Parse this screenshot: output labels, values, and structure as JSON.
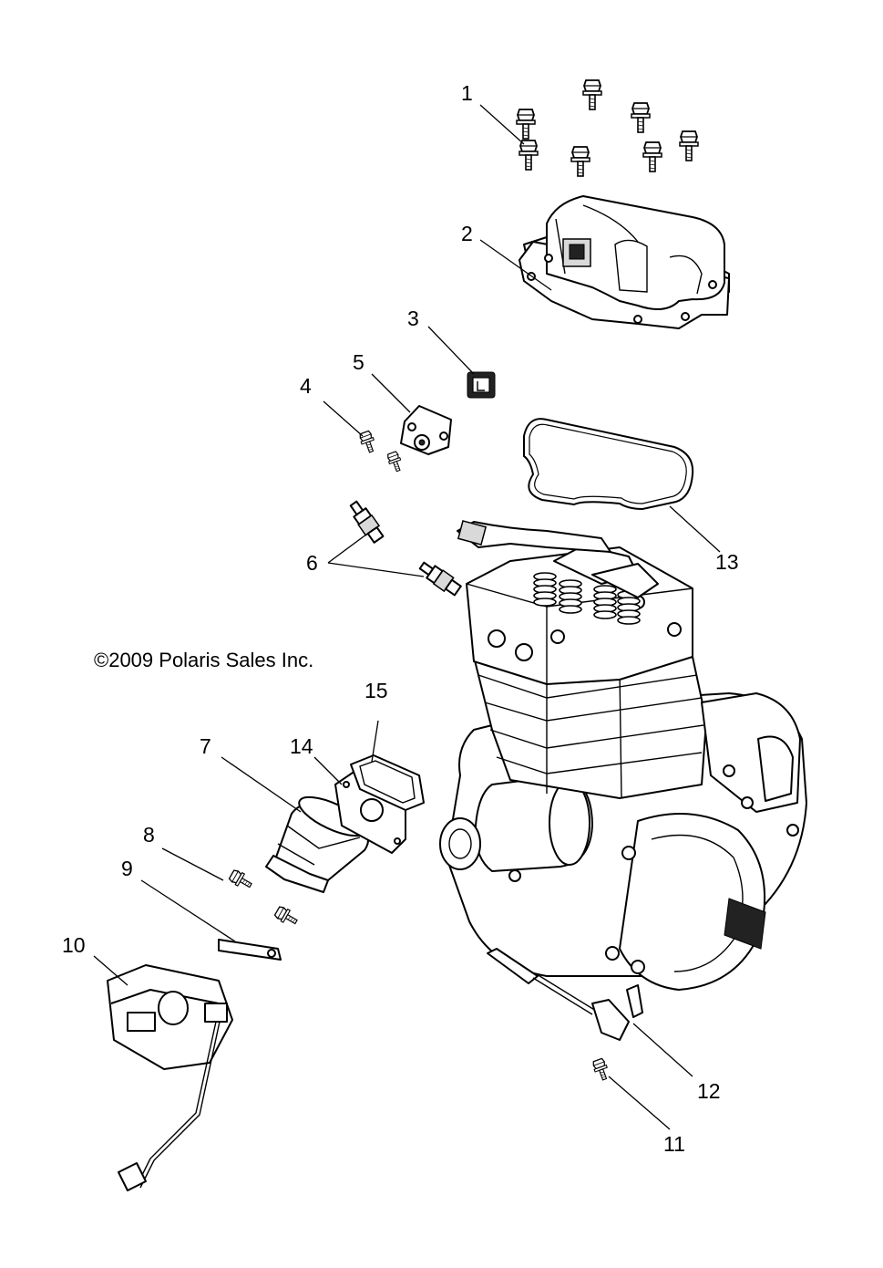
{
  "copyright": "©2009 Polaris Sales Inc.",
  "callouts": [
    {
      "id": "1",
      "label": "1"
    },
    {
      "id": "2",
      "label": "2"
    },
    {
      "id": "3",
      "label": "3"
    },
    {
      "id": "4",
      "label": "4"
    },
    {
      "id": "5",
      "label": "5"
    },
    {
      "id": "6",
      "label": "6"
    },
    {
      "id": "7",
      "label": "7"
    },
    {
      "id": "8",
      "label": "8"
    },
    {
      "id": "9",
      "label": "9"
    },
    {
      "id": "10",
      "label": "10"
    },
    {
      "id": "11",
      "label": "11"
    },
    {
      "id": "12",
      "label": "12"
    },
    {
      "id": "13",
      "label": "13"
    },
    {
      "id": "14",
      "label": "14"
    },
    {
      "id": "15",
      "label": "15"
    }
  ]
}
